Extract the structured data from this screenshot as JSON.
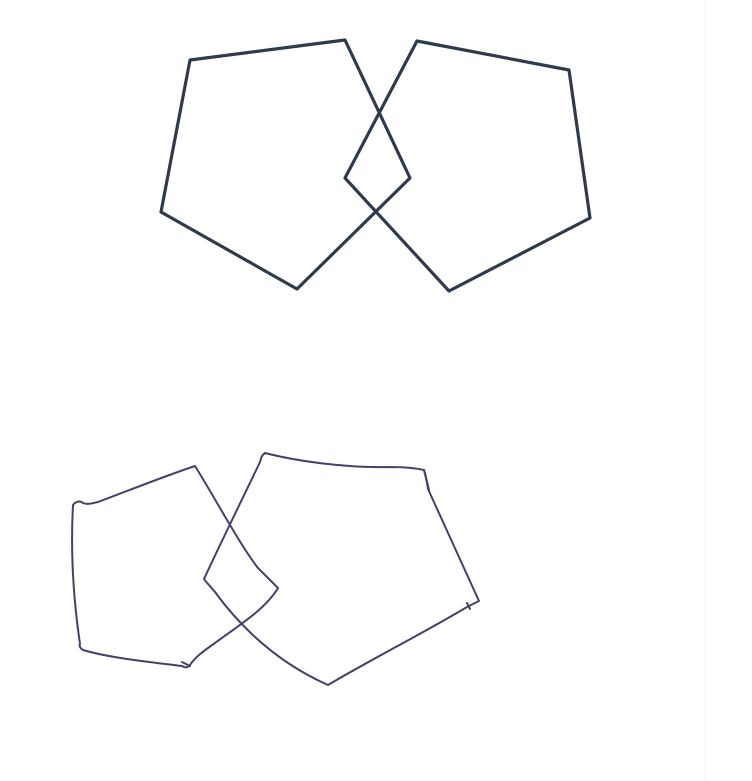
{
  "figures": [
    {
      "name": "reference-drawing",
      "style": "ruled",
      "color": "#2f3a4c",
      "shapes": [
        "pentagon-left",
        "pentagon-right"
      ],
      "relation": "overlapping"
    },
    {
      "name": "hand-drawn-copy",
      "style": "freehand",
      "color": "#44416a",
      "shapes": [
        "pentagon-left",
        "pentagon-right"
      ],
      "relation": "overlapping"
    }
  ]
}
